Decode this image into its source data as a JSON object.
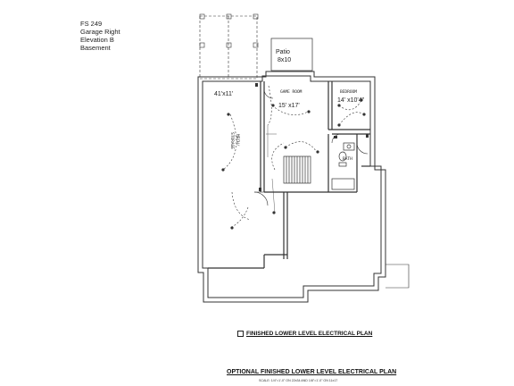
{
  "info": {
    "line1": "FS 249",
    "line2": "Garage Right",
    "line3": "Elevation B",
    "line4": "Basement"
  },
  "rooms": {
    "patio_name": "Patio",
    "patio_size": "8x10",
    "unfinished_size": "41'x11'",
    "game_room_name": "GAME ROOM",
    "game_room_size": "15' x17'",
    "bedroom_name": "BEDROOM",
    "bedroom_size": "14' x10'4\"",
    "mech_line1": "MECH/",
    "mech_line2": "STORAGE",
    "bath_name": "BATH"
  },
  "legend_label": "FINISHED LOWER LEVEL ELECTRICAL PLAN",
  "title": "OPTIONAL FINISHED LOWER LEVEL ELECTRICAL PLAN",
  "scale_note": "SCALE: 1/4\"=1'-0\" ON 22x34 AND 1/8\"=1'-0\" ON 11x17"
}
